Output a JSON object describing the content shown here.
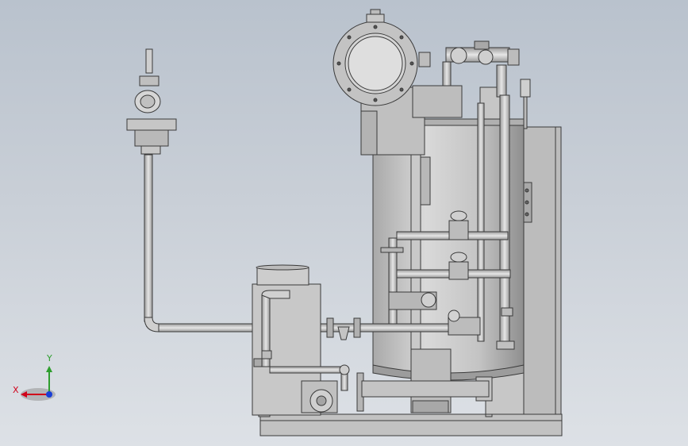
{
  "viewport": {
    "background_top": "#b9c2cd",
    "background_bottom": "#dde1e6"
  },
  "model": {
    "view": "front",
    "render_style": "shaded with edges",
    "edge_color": "#3a3a3a",
    "body_color": "#c9c9c9",
    "pipe_color": "#d4d4d4"
  },
  "triad": {
    "x_label": "X",
    "y_label": "Y",
    "x_color": "#d0021b",
    "y_color": "#2e9e2e",
    "z_color": "#1a3fd6"
  }
}
